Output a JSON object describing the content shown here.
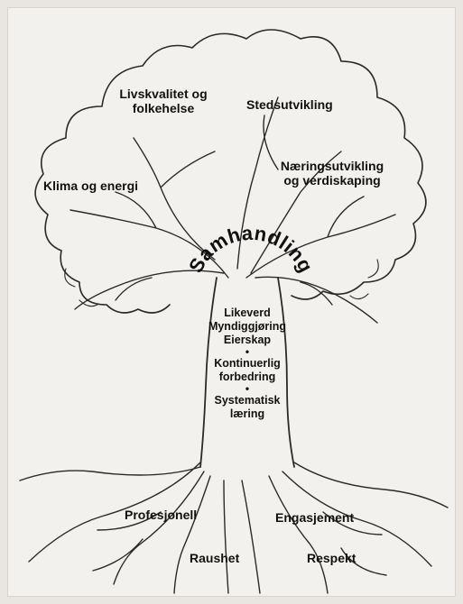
{
  "branches": {
    "livskvalitet_line1": "Livskvalitet og",
    "livskvalitet_line2": "folkehelse",
    "stedsutvikling": "Stedsutvikling",
    "klima": "Klima og energi",
    "naering_line1": "Næringsutvikling",
    "naering_line2": "og verdiskaping"
  },
  "crown_arc_label": "Samhandling",
  "trunk": {
    "items": [
      "Likeverd",
      "Myndiggjøring",
      "Eierskap",
      "•",
      "Kontinuerlig",
      "forbedring",
      "•",
      "Systematisk",
      "læring"
    ]
  },
  "roots": {
    "profesjonell": "Profesjonell",
    "engasjement": "Engasjement",
    "raushet": "Raushet",
    "respekt": "Respekt"
  }
}
